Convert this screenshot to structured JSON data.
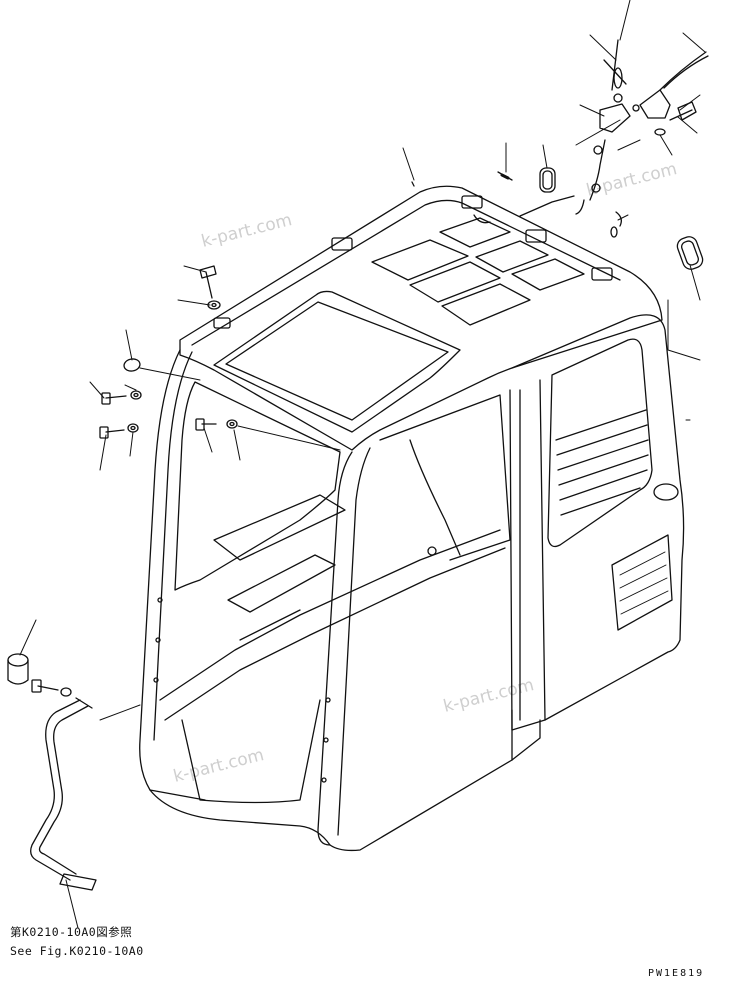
{
  "references": {
    "ja": "第K0210-10A0図参照",
    "en": "See Fig.K0210-10A0"
  },
  "figure_code": "PW1E819",
  "watermark": "k-part.com"
}
